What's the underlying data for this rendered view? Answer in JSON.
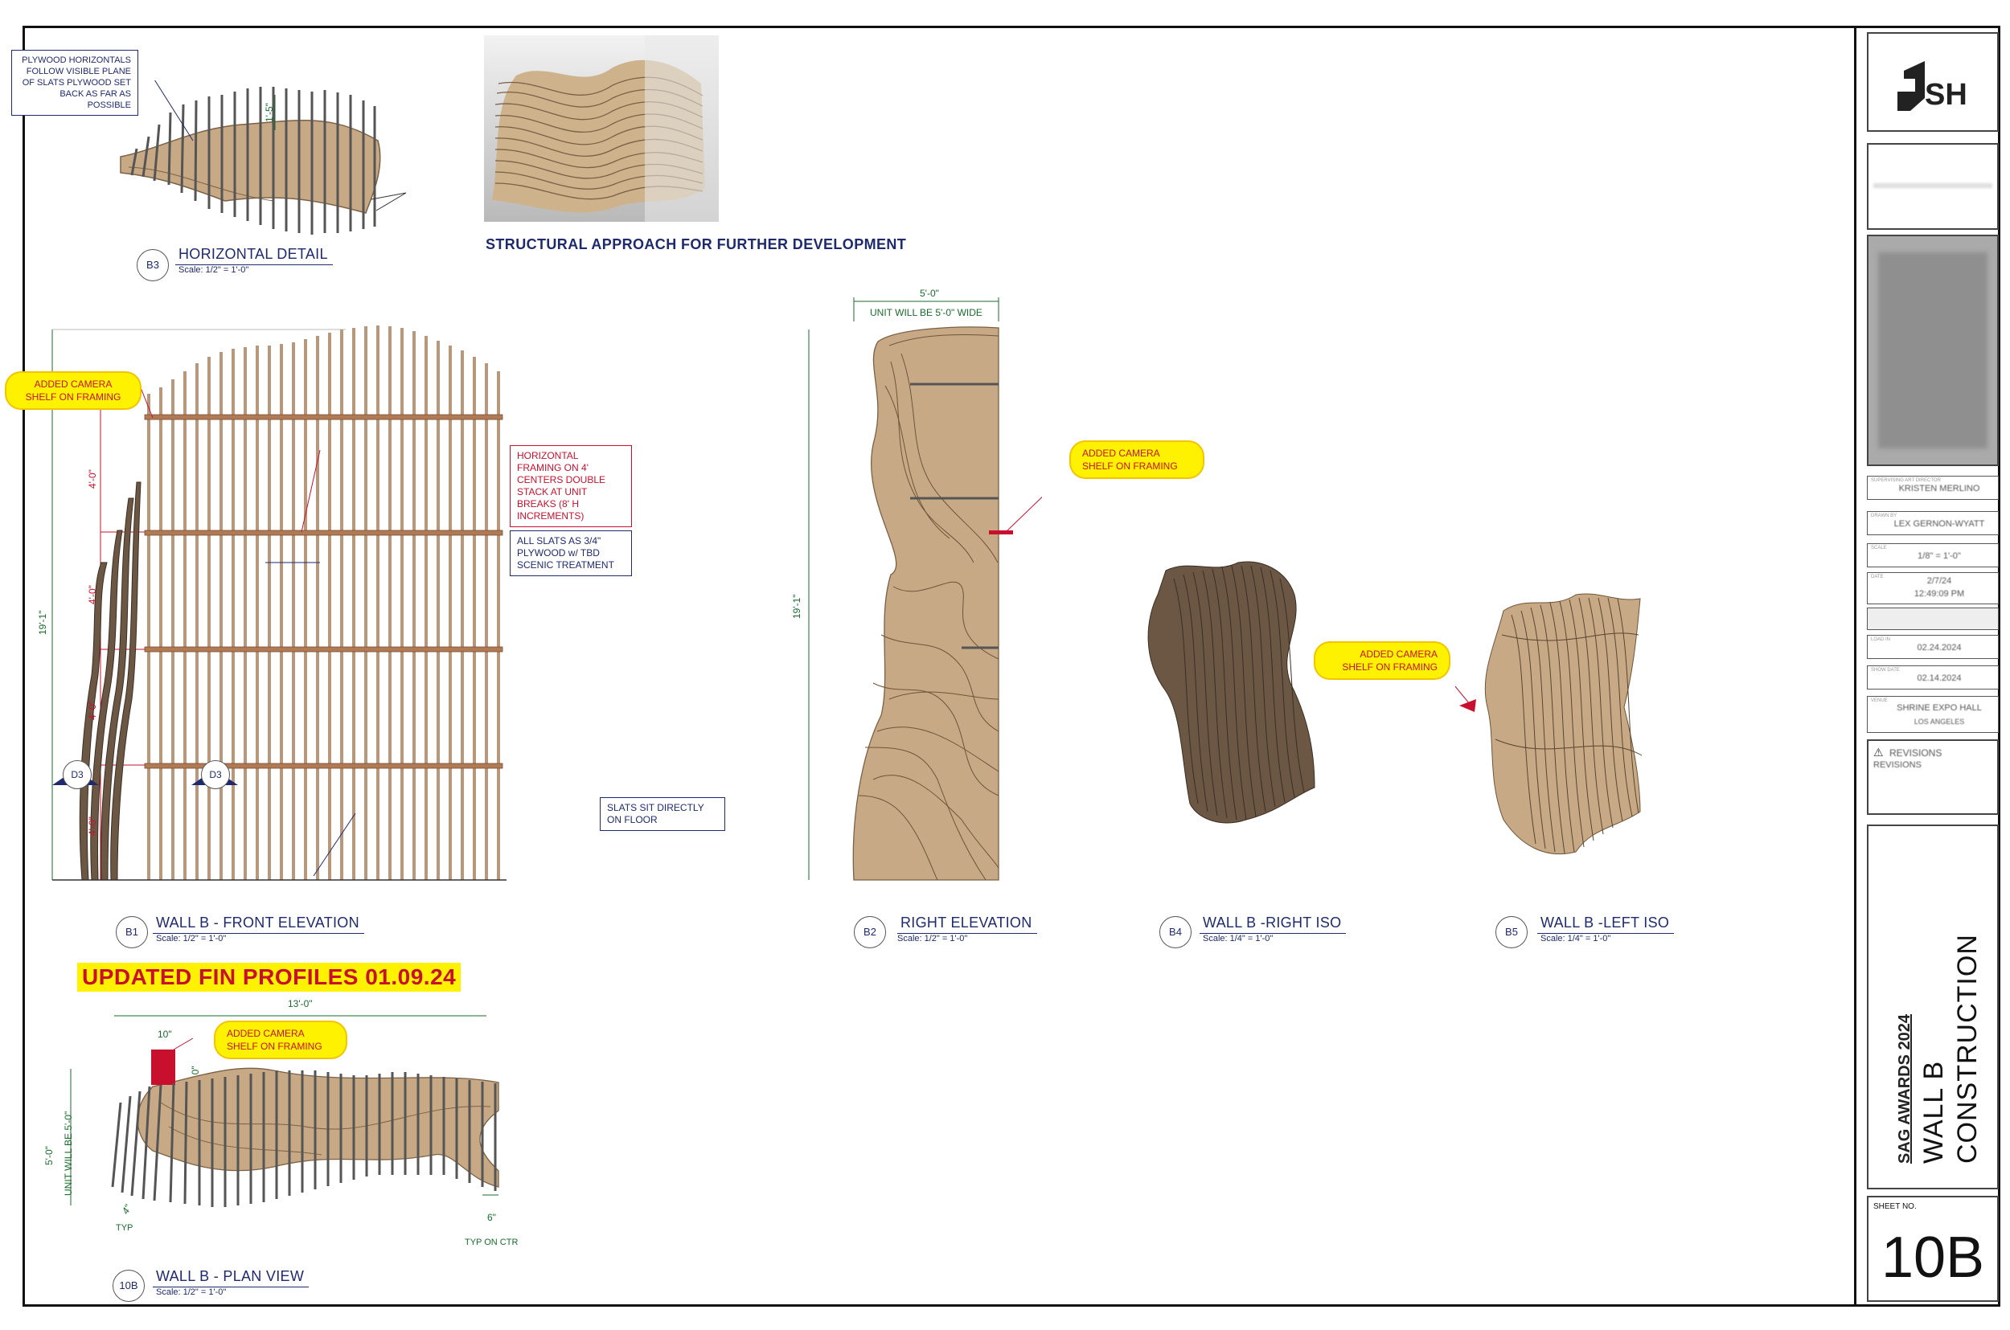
{
  "sheet": {
    "project": "SAG AWARDS 2024",
    "title_line1": "WALL B",
    "title_line2": "CONSTRUCTION",
    "sheet_no_label": "SHEET NO.",
    "sheet_no": "10B",
    "logo_text": "SH"
  },
  "title_block": {
    "art_director_label": "SUPERVISING ART DIRECTOR",
    "art_director": "KRISTEN MERLINO",
    "drawn_by_label": "DRAWN BY",
    "drawn_by": "LEX GERNON-WYATT",
    "scale_label": "SCALE",
    "scale": "1/8\" = 1'-0\"",
    "date_label": "DATE",
    "date": "2/7/24",
    "time": "12:49:09 PM",
    "load_in_label": "LOAD IN",
    "load_in": "02.24.2024",
    "show_label": "SHOW DATE",
    "show": "02.14.2024",
    "venue_label": "VENUE",
    "venue_line1": "SHRINE EXPO HALL",
    "venue_line2": "LOS ANGELES",
    "revisions_title": "REVISIONS",
    "revisions_sub": "REVISIONS"
  },
  "views": {
    "b3": {
      "id": "B3",
      "title": "HORIZONTAL DETAIL",
      "scale": "Scale: 1/2\" = 1'-0\"",
      "dim": "1'-5\"",
      "note": "PLYWOOD HORIZONTALS FOLLOW VISIBLE PLANE OF SLATS PLYWOOD SET BACK AS FAR AS POSSIBLE"
    },
    "structural": {
      "caption": "STRUCTURAL APPROACH FOR FURTHER DEVELOPMENT"
    },
    "b1": {
      "id": "B1",
      "title": "WALL B - FRONT ELEVATION",
      "scale": "Scale: 1/2\" = 1'-0\"",
      "height": "19'-1\"",
      "spacing": [
        "4'-0\"",
        "4'-0\"",
        "4'-0\"",
        "4'-0\""
      ],
      "section_tag": "D3",
      "callout": "ADDED CAMERA SHELF ON FRAMING",
      "note_framing": "HORIZONTAL FRAMING ON 4' CENTERS DOUBLE STACK AT UNIT BREAKS (8' H INCREMENTS)",
      "note_slats": "ALL SLATS AS 3/4\" PLYWOOD w/ TBD SCENIC TREATMENT",
      "note_floor": "SLATS SIT DIRECTLY ON FLOOR"
    },
    "b2": {
      "id": "B2",
      "title": "RIGHT ELEVATION",
      "scale": "Scale: 1/2\" = 1'-0\"",
      "width": "5'-0\"",
      "width_note": "UNIT WILL BE 5'-0\" WIDE",
      "height": "19'-1\"",
      "callout": "ADDED CAMERA SHELF ON FRAMING"
    },
    "b4": {
      "id": "B4",
      "title": "WALL B -RIGHT ISO",
      "scale": "Scale: 1/4\" = 1'-0\""
    },
    "b5": {
      "id": "B5",
      "title": "WALL B -LEFT ISO",
      "scale": "Scale: 1/4\" = 1'-0\"",
      "callout": "ADDED CAMERA SHELF ON FRAMING"
    },
    "plan": {
      "id": "10B",
      "title": "WALL B - PLAN VIEW",
      "scale": "Scale: 1/2\" = 1'-0\"",
      "banner": "UPDATED FIN PROFILES 01.09.24",
      "width": "13'-0\"",
      "depth": "5'-0\"",
      "depth_note": "UNIT WILL BE 5'-0\"",
      "shelf_w": "10\"",
      "shelf_h": "10\"",
      "callout": "ADDED CAMERA SHELF ON FRAMING",
      "typ": "TYP",
      "four": "4\"",
      "six": "6\"",
      "typ_ctr": "TYP ON CTR"
    }
  },
  "colors": {
    "ink": "#1f2a6e",
    "wood": "#c8a985",
    "dark_wood": "#6b5744",
    "red": "#c8102e",
    "callout": "#fff200",
    "dim": "#1a6b2e"
  }
}
